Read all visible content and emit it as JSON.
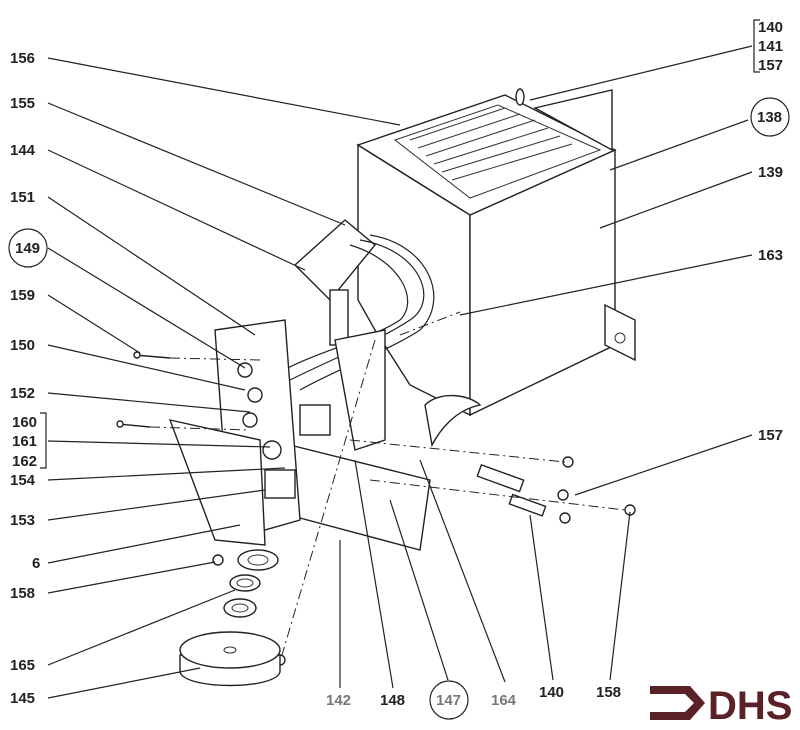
{
  "diagram": {
    "labels_left": {
      "l156": "156",
      "l155": "155",
      "l144": "144",
      "l151": "151",
      "l149": "149",
      "l159": "159",
      "l150": "150",
      "l152": "152",
      "l160": "160",
      "l161": "161",
      "l162": "162",
      "l154": "154",
      "l153": "153",
      "l6": "6",
      "l158": "158",
      "l165": "165",
      "l145": "145"
    },
    "labels_right": {
      "l140": "140",
      "l141": "141",
      "l157a": "157",
      "l138": "138",
      "l139": "139",
      "l163": "163",
      "l157b": "157"
    },
    "labels_bottom": {
      "l142": "142",
      "l148": "148",
      "l147": "147",
      "l164": "164",
      "l140": "140",
      "l158": "158"
    },
    "logo_text": "DHS",
    "colors": {
      "logo": "#5a2226",
      "ink": "#222222"
    }
  }
}
